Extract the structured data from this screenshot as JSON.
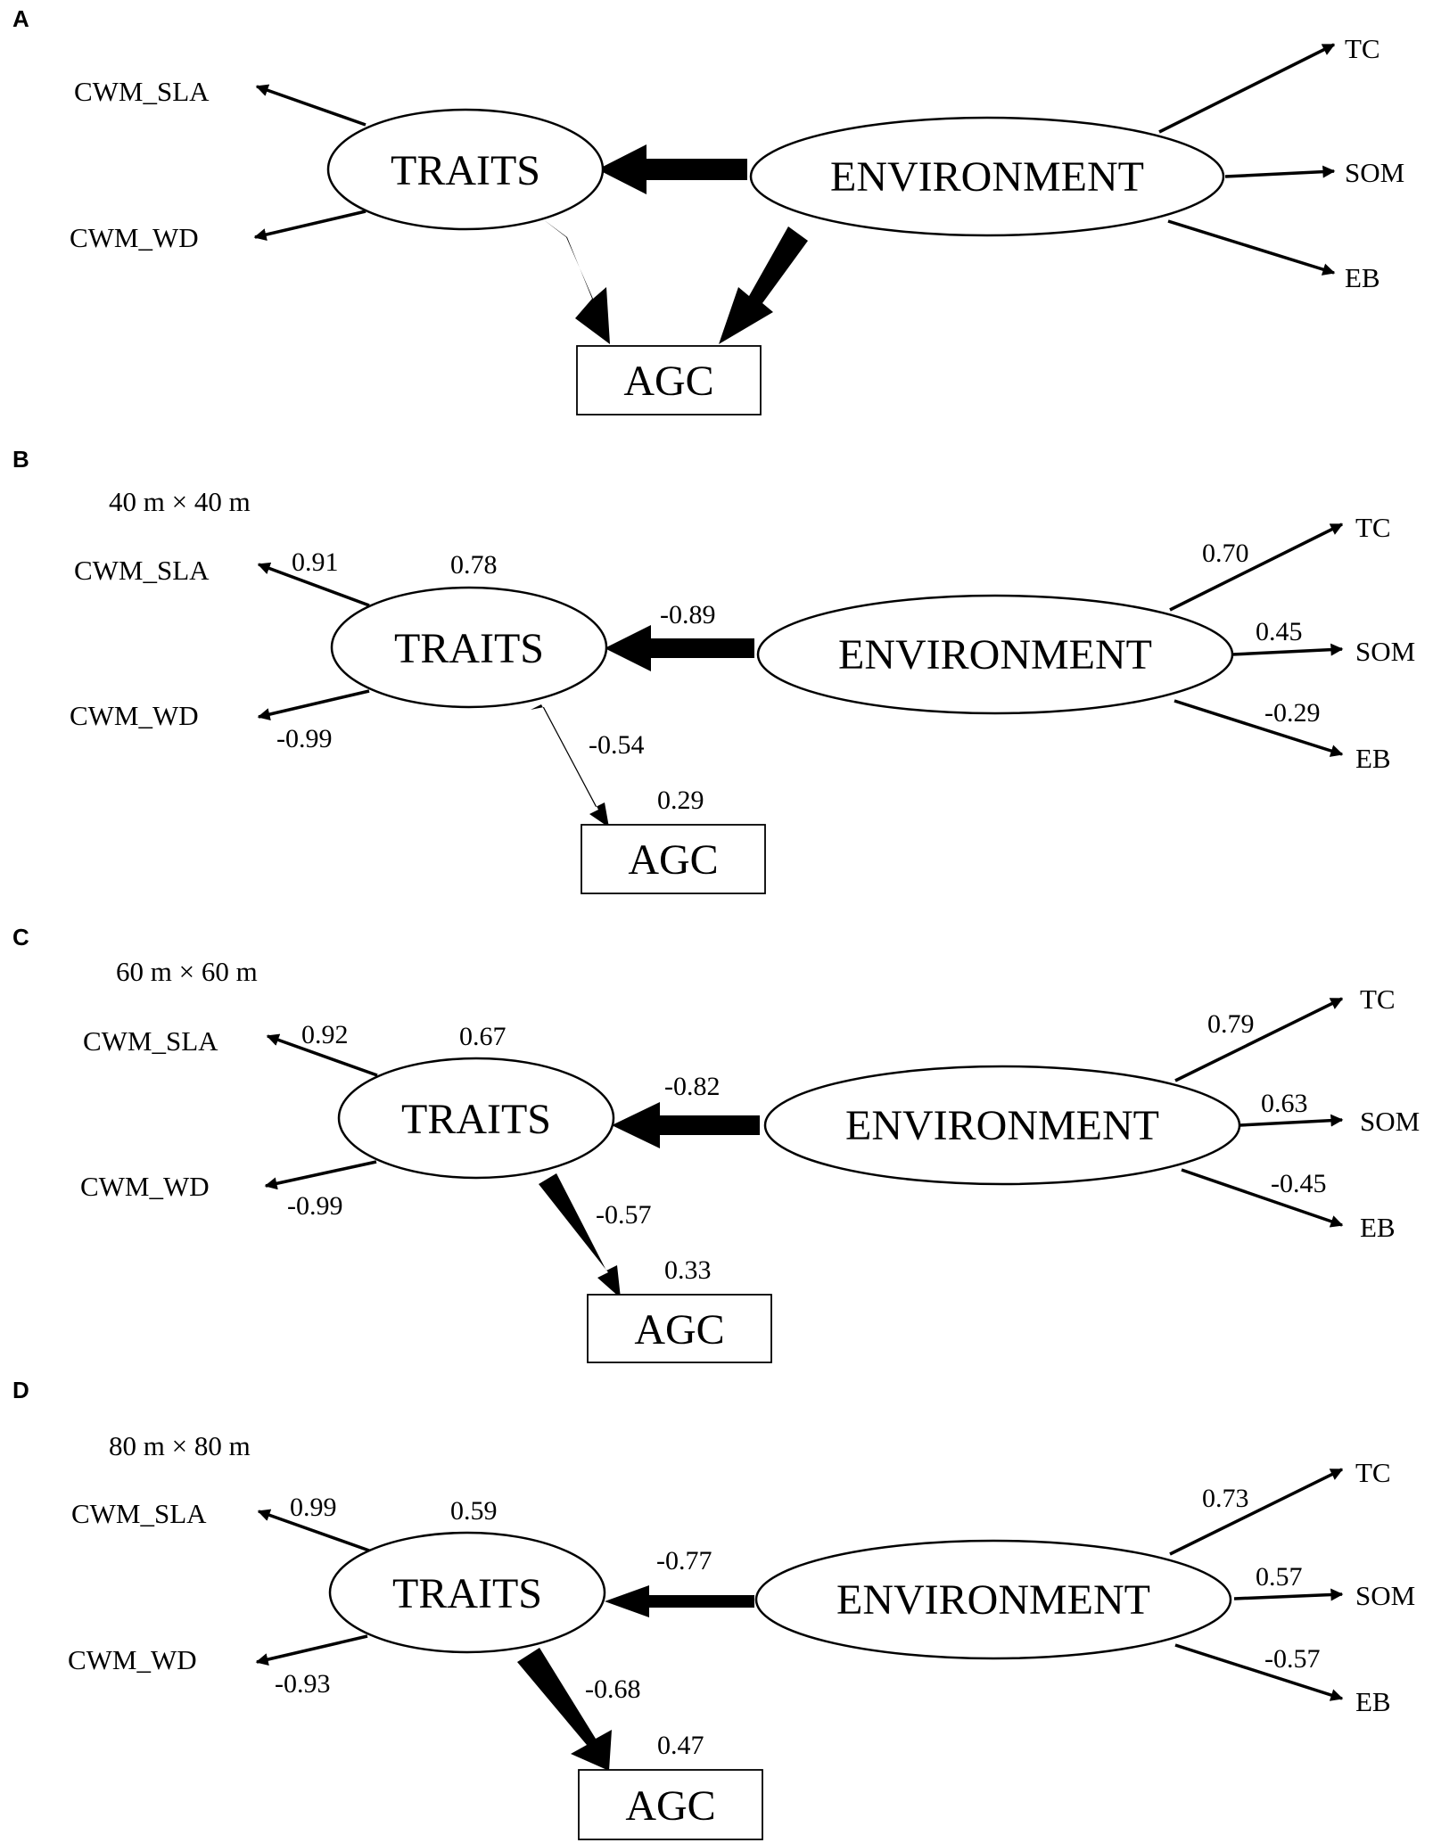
{
  "panels": [
    {
      "letter": "A",
      "scale": "",
      "nodes": {
        "traits": "TRAITS",
        "environment": "ENVIRONMENT",
        "agc": "AGC"
      },
      "indicators": {
        "cwm_sla": "CWM_SLA",
        "cwm_wd": "CWM_WD",
        "tc": "TC",
        "som": "SOM",
        "eb": "EB"
      },
      "paths": [
        {
          "from": "ENVIRONMENT",
          "to": "TRAITS",
          "coef": ""
        },
        {
          "from": "TRAITS",
          "to": "AGC",
          "coef": ""
        },
        {
          "from": "ENVIRONMENT",
          "to": "AGC",
          "coef": ""
        }
      ],
      "loadings": {
        "cwm_sla": "",
        "cwm_wd": "",
        "tc": "",
        "som": "",
        "eb": ""
      },
      "r2": {
        "traits": "",
        "agc": ""
      }
    },
    {
      "letter": "B",
      "scale": "40 m × 40 m",
      "nodes": {
        "traits": "TRAITS",
        "environment": "ENVIRONMENT",
        "agc": "AGC"
      },
      "indicators": {
        "cwm_sla": "CWM_SLA",
        "cwm_wd": "CWM_WD",
        "tc": "TC",
        "som": "SOM",
        "eb": "EB"
      },
      "paths": [
        {
          "from": "ENVIRONMENT",
          "to": "TRAITS",
          "coef": "-0.89"
        },
        {
          "from": "TRAITS",
          "to": "AGC",
          "coef": "-0.54"
        }
      ],
      "loadings": {
        "cwm_sla": "0.91",
        "cwm_wd": "-0.99",
        "tc": "0.70",
        "som": "0.45",
        "eb": "-0.29"
      },
      "r2": {
        "traits": "0.78",
        "agc": "0.29"
      }
    },
    {
      "letter": "C",
      "scale": "60 m × 60 m",
      "nodes": {
        "traits": "TRAITS",
        "environment": "ENVIRONMENT",
        "agc": "AGC"
      },
      "indicators": {
        "cwm_sla": "CWM_SLA",
        "cwm_wd": "CWM_WD",
        "tc": "TC",
        "som": "SOM",
        "eb": "EB"
      },
      "paths": [
        {
          "from": "ENVIRONMENT",
          "to": "TRAITS",
          "coef": "-0.82"
        },
        {
          "from": "TRAITS",
          "to": "AGC",
          "coef": "-0.57"
        }
      ],
      "loadings": {
        "cwm_sla": "0.92",
        "cwm_wd": "-0.99",
        "tc": "0.79",
        "som": "0.63",
        "eb": "-0.45"
      },
      "r2": {
        "traits": "0.67",
        "agc": "0.33"
      }
    },
    {
      "letter": "D",
      "scale": "80 m × 80 m",
      "nodes": {
        "traits": "TRAITS",
        "environment": "ENVIRONMENT",
        "agc": "AGC"
      },
      "indicators": {
        "cwm_sla": "CWM_SLA",
        "cwm_wd": "CWM_WD",
        "tc": "TC",
        "som": "SOM",
        "eb": "EB"
      },
      "paths": [
        {
          "from": "ENVIRONMENT",
          "to": "TRAITS",
          "coef": "-0.77"
        },
        {
          "from": "TRAITS",
          "to": "AGC",
          "coef": "-0.68"
        }
      ],
      "loadings": {
        "cwm_sla": "0.99",
        "cwm_wd": "-0.93",
        "tc": "0.73",
        "som": "0.57",
        "eb": "-0.57"
      },
      "r2": {
        "traits": "0.59",
        "agc": "0.47"
      }
    }
  ]
}
